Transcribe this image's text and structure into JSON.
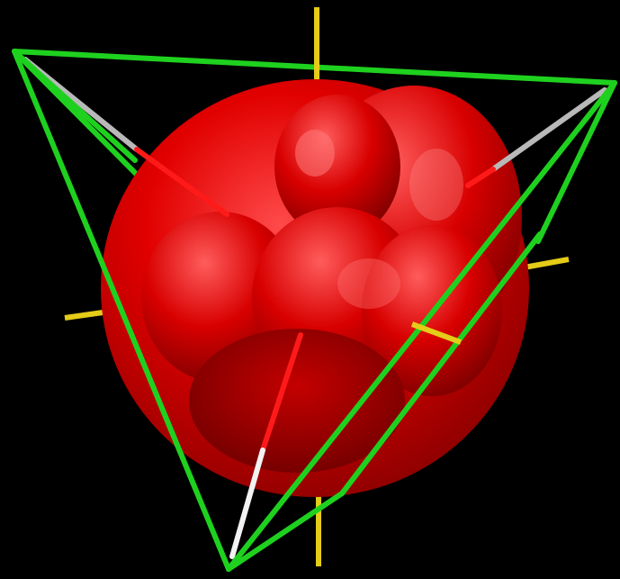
{
  "image": {
    "kind": "3D molecular orbital rendering",
    "colors": {
      "background": "#000000",
      "lobe": "#e10000",
      "lobe_highlight": "#ff6a6a",
      "lobe_shadow": "#7a0000",
      "edge": "#1fd11f",
      "axis": "#e4cc18",
      "bond_red": "#ff1a1a",
      "bond_white": "#f2f2f2",
      "bond_grey": "#b9b9b9"
    },
    "icons": {
      "tetrahedron": "green-tetrahedron-wireframe",
      "axes": "yellow-coordinate-axes",
      "bonds": "red-white-bond-rods",
      "orbital": "red-orbital-lobes"
    }
  }
}
